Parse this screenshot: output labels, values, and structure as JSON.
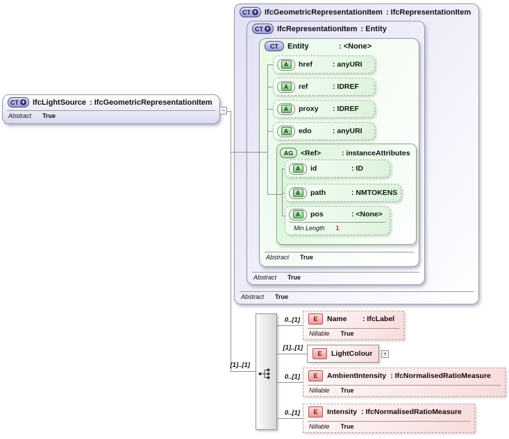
{
  "icons": {
    "plus": "+",
    "collapse": "−",
    "expand": "+"
  },
  "lightSource": {
    "badge": "CT",
    "name": "IfcLightSource",
    "type": ": IfcGeometricRepresentationItem",
    "facet": {
      "label": "Abstract",
      "value": "True"
    }
  },
  "geoItem": {
    "badge": "CT",
    "name": "IfcGeometricRepresentationItem",
    "type": ": IfcRepresentationItem",
    "facet": {
      "label": "Abstract",
      "value": "True"
    }
  },
  "repItem": {
    "badge": "CT",
    "name": "IfcRepresentationItem",
    "type": ": Entity",
    "facet": {
      "label": "Abstract",
      "value": "True"
    }
  },
  "entity": {
    "badge": "CT",
    "name": "Entity",
    "type": ": <None>",
    "facet": {
      "label": "Abstract",
      "value": "True"
    }
  },
  "attrs": [
    {
      "badge": "A",
      "name": "href",
      "type": ": anyURI"
    },
    {
      "badge": "A",
      "name": "ref",
      "type": ": IDREF"
    },
    {
      "badge": "A",
      "name": "proxy",
      "type": ": IDREF"
    },
    {
      "badge": "A",
      "name": "edo",
      "type": ": anyURI"
    }
  ],
  "refGroup": {
    "badge": "AG",
    "name": "<Ref>",
    "type": ": instanceAttributes",
    "attrs": [
      {
        "badge": "A",
        "name": "id",
        "type": ": ID"
      },
      {
        "badge": "A",
        "name": "path",
        "type": ": NMTOKENS"
      },
      {
        "badge": "A",
        "name": "pos",
        "type": ": <None>",
        "facet": {
          "label": "Min Length",
          "value": "1"
        }
      }
    ]
  },
  "sequence": {
    "cardinality": "[1]..[1]"
  },
  "elements": [
    {
      "badge": "E",
      "cardinality": "0..[1]",
      "name": "Name",
      "type": ": IfcLabel",
      "facet": {
        "label": "Nillable",
        "value": "True"
      }
    },
    {
      "badge": "E",
      "cardinality": "[1]..[1]",
      "name": "LightColour",
      "type": ""
    },
    {
      "badge": "E",
      "cardinality": "0..[1]",
      "name": "AmbientIntensity",
      "type": ": IfcNormalisedRatioMeasure",
      "facet": {
        "label": "Nillable",
        "value": "True"
      }
    },
    {
      "badge": "E",
      "cardinality": "0..[1]",
      "name": "Intensity",
      "type": ": IfcNormalisedRatioMeasure",
      "facet": {
        "label": "Nillable",
        "value": "True"
      }
    }
  ]
}
